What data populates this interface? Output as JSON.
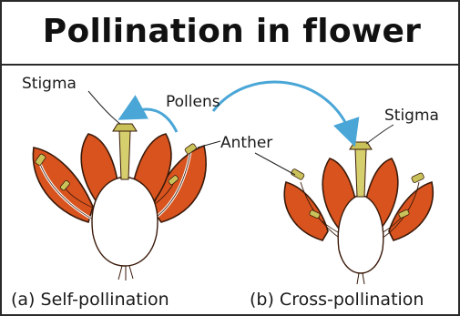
{
  "title": "Pollination in flower",
  "labels": {
    "stigma_left": "Stigma",
    "pollens": "Pollens",
    "anther": "Anther",
    "stigma_right": "Stigma"
  },
  "captions": {
    "self": "(a) Self-pollination",
    "cross": "(b) Cross-pollination"
  },
  "colors": {
    "petal": "#d9531e",
    "petal_edge": "#3a1a0a",
    "stamen": "#c9c25a",
    "arrow": "#4aa6d6",
    "receptacle": "#ffffff"
  }
}
